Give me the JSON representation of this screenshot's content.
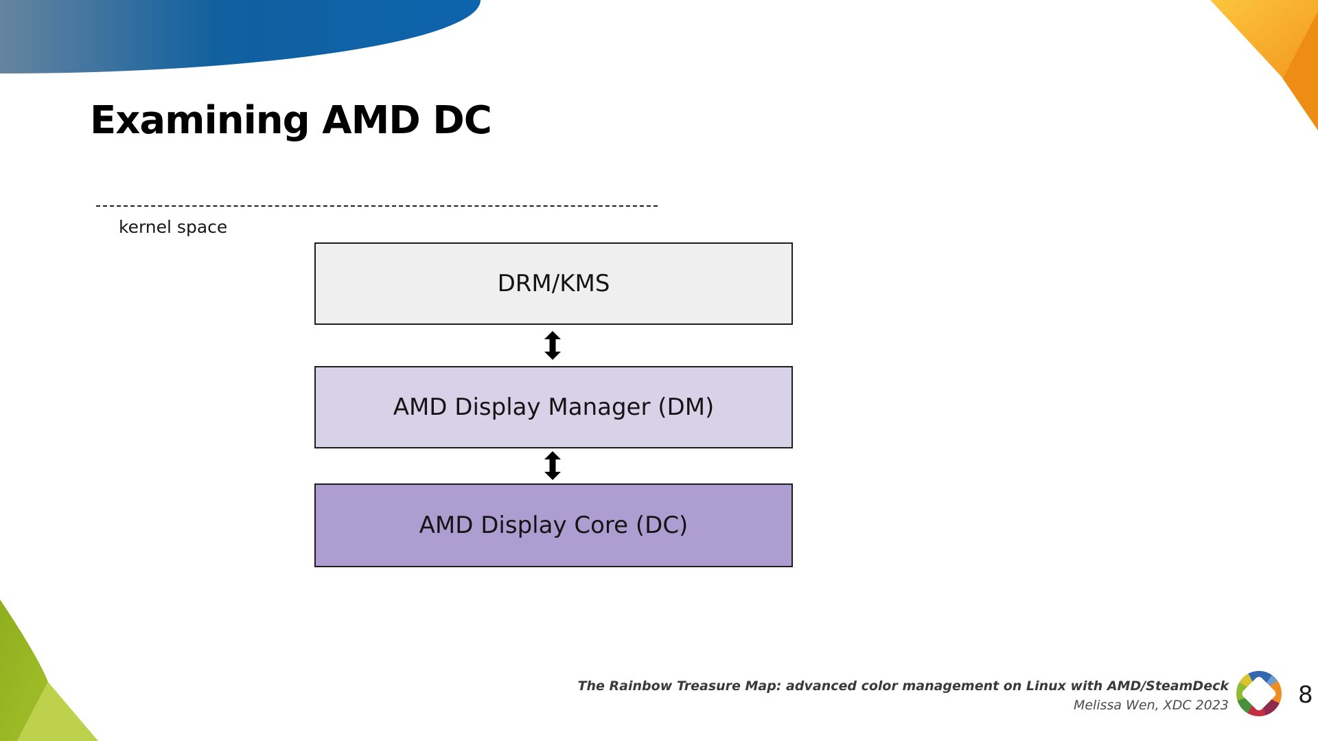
{
  "slide": {
    "title": "Examining AMD DC",
    "kernel_space_label": "kernel space",
    "page_number": "8"
  },
  "diagram": {
    "boxes": [
      {
        "id": "drm-kms",
        "label": "DRM/KMS",
        "fill": "#efeff0"
      },
      {
        "id": "amd-display-manager",
        "label": "AMD Display Manager (DM)",
        "fill": "#d8d2e9"
      },
      {
        "id": "amd-display-core",
        "label": "AMD Display Core (DC)",
        "fill": "#ad9dd0"
      }
    ],
    "connector_type": "bidirectional-arrow",
    "border_color": "#1d1d1d"
  },
  "footer": {
    "deck_title": "The Rainbow Treasure Map: advanced color management on Linux with AMD/SteamDeck",
    "credit": "Melissa Wen, XDC 2023"
  },
  "colors": {
    "accent_blue_dark": "#0d63ac",
    "accent_blue_gray": "#66849f",
    "accent_orange": "#ee8d13",
    "accent_orange_light": "#fdc53d",
    "accent_green_dark": "#8fae1e",
    "accent_green_light": "#bdd14d",
    "arrow_color": "#000000",
    "dashed_line_color": "#1e1e1e"
  }
}
